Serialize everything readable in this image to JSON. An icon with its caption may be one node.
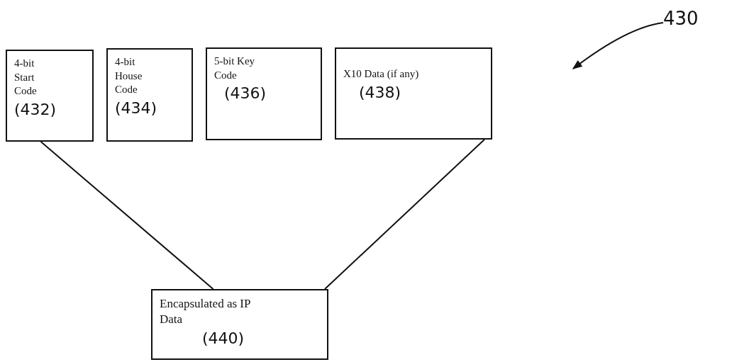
{
  "diagram": {
    "nodes": [
      {
        "text": [
          "4-bit Start Code",
          "(432)"
        ]
      },
      {
        "text": [
          "4-bit House Code",
          "(434)"
        ]
      },
      {
        "text": [
          "5-bit Key Code",
          "(436)"
        ]
      },
      {
        "text": [
          "X10 Data (if any)",
          "(438)"
        ]
      },
      {
        "text": [
          "Encapsulated as IP Data",
          "(440)"
        ]
      },
      {
        "text": [
          "430"
        ]
      }
    ],
    "edges": [
      {
        "from": 0,
        "to": 4,
        "arrow": "none"
      },
      {
        "from": 3,
        "to": 4,
        "arrow": "none"
      },
      {
        "from": 5,
        "to": null,
        "arrow": "to"
      }
    ]
  }
}
